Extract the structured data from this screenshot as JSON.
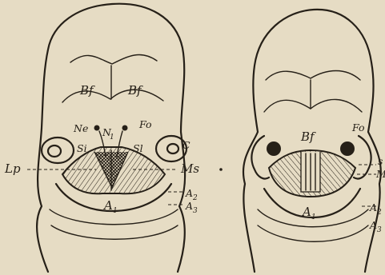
{
  "figure": {
    "left_specimen": {
      "labels": {
        "bf_left": "Bf",
        "bf_right": "Bf",
        "ne": "Ne",
        "n1": "N",
        "n1_sub": "1",
        "fo": "Fo",
        "si_left": "Si",
        "si_right": "Sl",
        "c": "C",
        "lp": "Lp",
        "ms": "Ms",
        "a1": "A",
        "a1_sub": "1",
        "a2": "A",
        "a2_sub": "2",
        "a3": "A",
        "a3_sub": "3"
      }
    },
    "right_specimen": {
      "labels": {
        "bf": "Bf",
        "fo": "Fo",
        "s": "s",
        "m": "M",
        "a1": "A",
        "a1_sub": "1",
        "a2": "A",
        "a2_sub": "2",
        "a3": "A",
        "a3_sub": "3"
      }
    }
  }
}
